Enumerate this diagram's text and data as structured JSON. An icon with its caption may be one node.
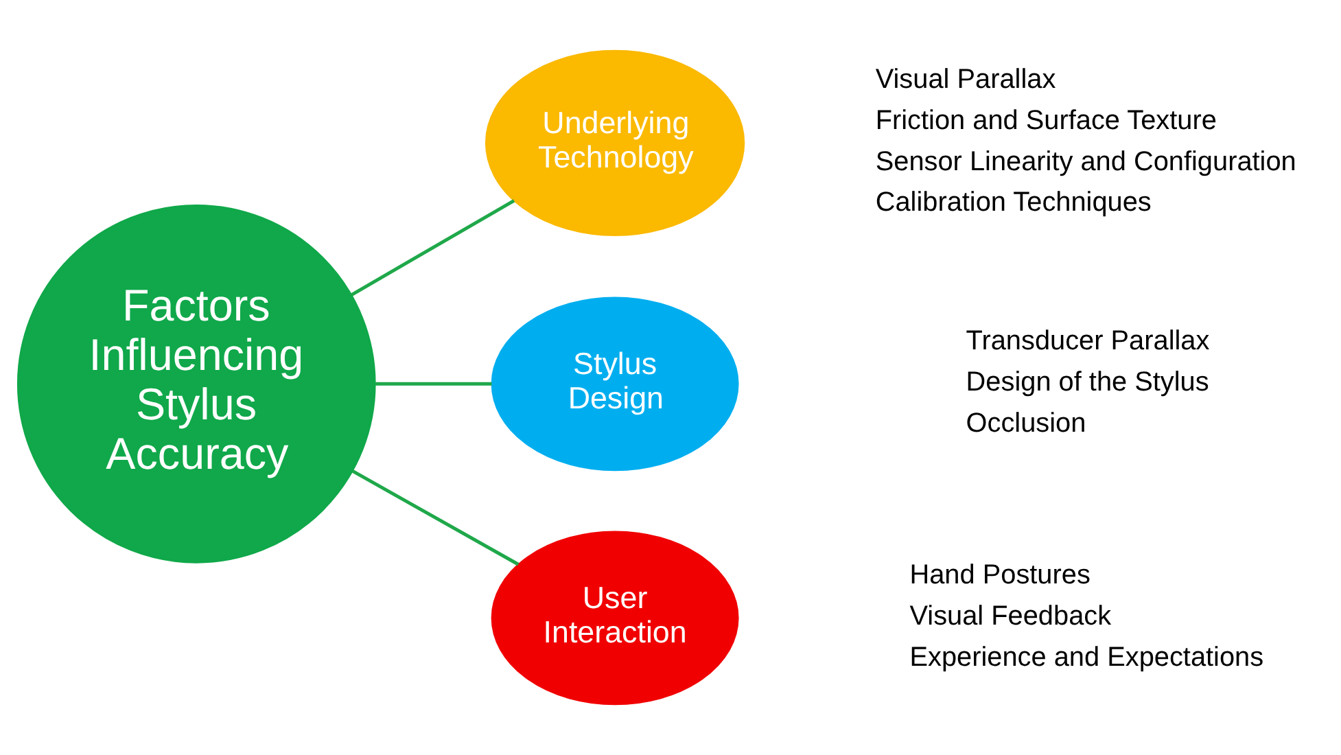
{
  "diagram": {
    "nodes": [
      {
        "text": [
          "Factors Influencing Stylus Accuracy"
        ]
      },
      {
        "text": [
          "Underlying Technology"
        ],
        "beside": [
          "Visual Parallax",
          "Friction and Surface Texture",
          "Sensor Linearity and Configuration",
          "Calibration Techniques"
        ]
      },
      {
        "text": [
          "Stylus Design"
        ],
        "beside": [
          "Transducer Parallax",
          "Design of the Stylus",
          "Occlusion"
        ]
      },
      {
        "text": [
          "User Interaction"
        ],
        "beside": [
          "Hand Postures",
          "Visual Feedback",
          "Experience and Expectations"
        ]
      }
    ],
    "edges": [
      {
        "from": 0,
        "to": 1,
        "arrow": "none"
      },
      {
        "from": 0,
        "to": 2,
        "arrow": "none"
      },
      {
        "from": 0,
        "to": 3,
        "arrow": "none"
      }
    ]
  }
}
